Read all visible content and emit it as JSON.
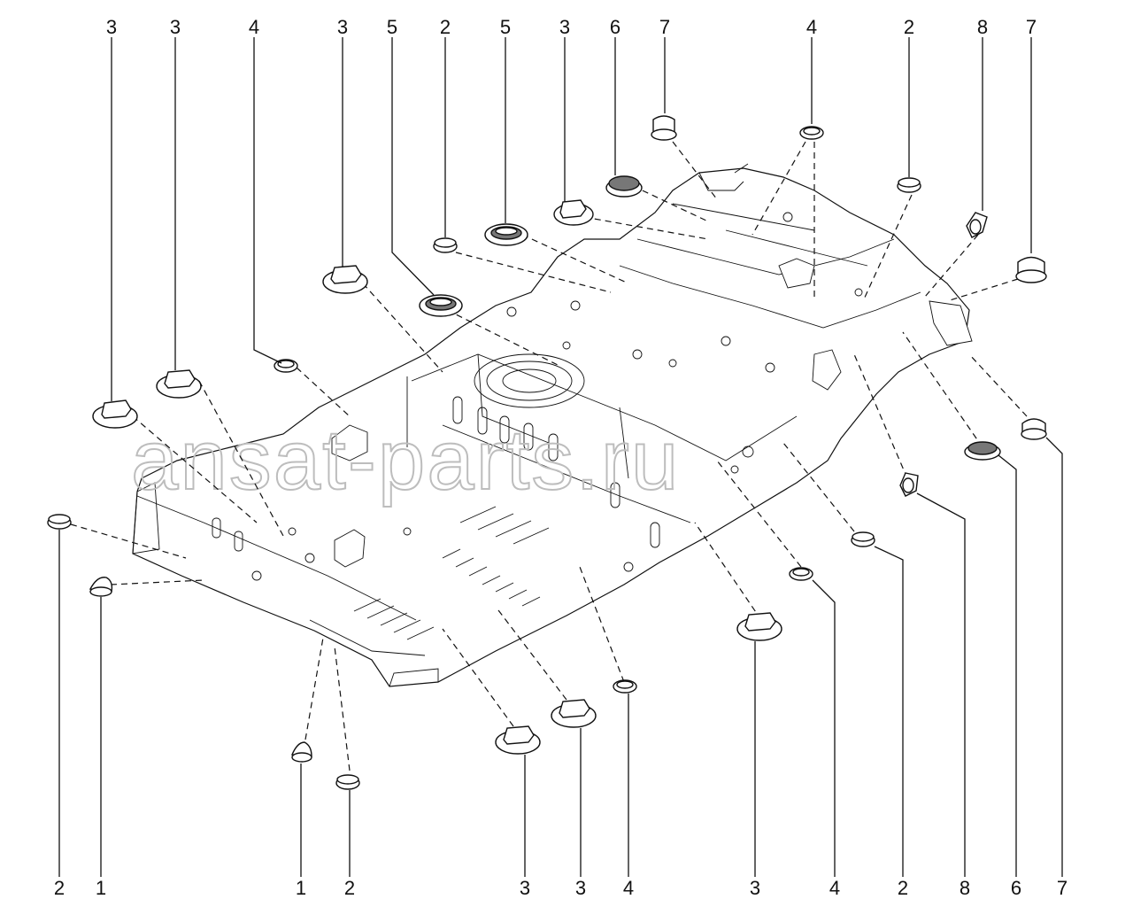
{
  "watermark": "ansat-parts.ru",
  "callouts": {
    "t1": "3",
    "t2": "3",
    "t3": "4",
    "t4": "3",
    "t5": "5",
    "t6": "2",
    "t7": "5",
    "t8": "3",
    "t9": "6",
    "t10": "7",
    "t11": "4",
    "t12": "2",
    "t13": "8",
    "t14": "7",
    "b1": "2",
    "b2": "1",
    "b3": "1",
    "b4": "2",
    "b5": "3",
    "b6": "3",
    "b7": "4",
    "b8": "3",
    "b9": "4",
    "b10": "2",
    "b11": "8",
    "b12": "6",
    "b13": "7"
  }
}
